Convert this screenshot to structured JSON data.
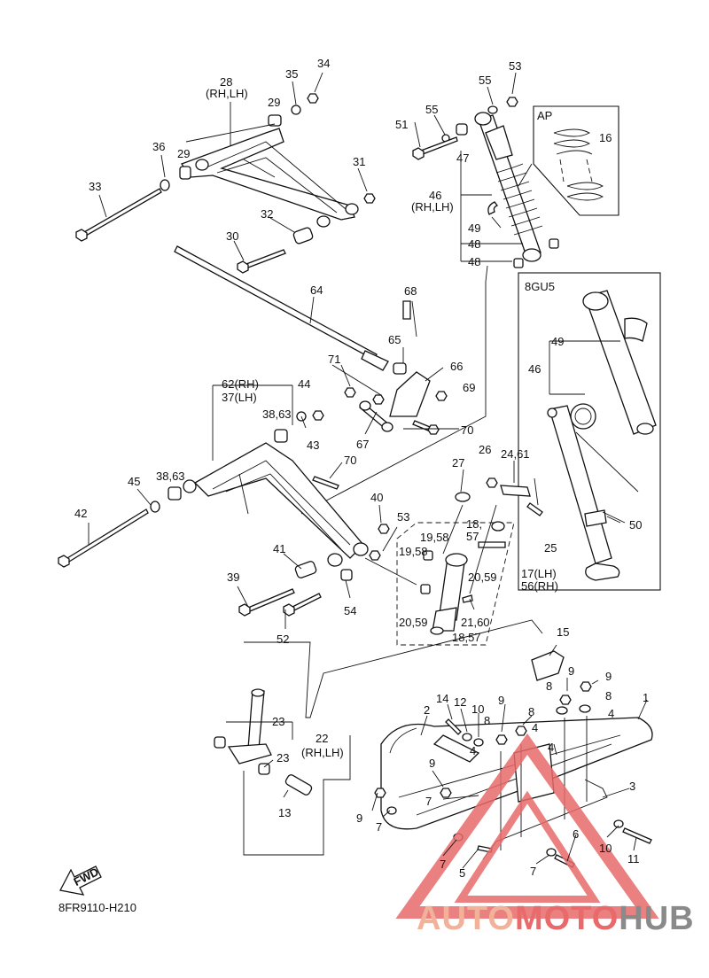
{
  "diagram_code": "8FR9110-H210",
  "fwd_label": "FWD",
  "inset_ap_label": "AP",
  "inset_8gu5_label": "8GU5",
  "watermark": {
    "part1": "AUTO",
    "part2": "MOTO",
    "part3": "HUB"
  },
  "colors": {
    "line": "#111111",
    "watermark_light": "#f2b29a",
    "watermark_red": "#e86a6a",
    "watermark_gray": "#8a8a8a"
  },
  "callouts": {
    "c28": "28",
    "c28b": "(RH,LH)",
    "c29a": "29",
    "c29b": "29",
    "c35": "35",
    "c34": "34",
    "c36": "36",
    "c31": "31",
    "c33": "33",
    "c32": "32",
    "c30": "30",
    "c64": "64",
    "c53a": "53",
    "c55a": "55",
    "c55b": "55",
    "c51": "51",
    "c47": "47",
    "c46a": "46",
    "c46b": "(RH,LH)",
    "c49a": "49",
    "c48a": "48",
    "c48b": "48",
    "c16": "16",
    "c49b": "49",
    "c46c": "46",
    "c50": "50",
    "c68": "68",
    "c65": "65",
    "c66": "66",
    "c71": "71",
    "c69": "69",
    "c62": "62(RH)",
    "c37": "37(LH)",
    "c44": "44",
    "c3863a": "38,63",
    "c43": "43",
    "c67": "67",
    "c70a": "70",
    "c70b": "70",
    "c3863b": "38,63",
    "c45": "45",
    "c42": "42",
    "c27": "27",
    "c26": "26",
    "c2461": "24,61",
    "c40": "40",
    "c53b": "53",
    "c1857a": "18,",
    "c57a": "57",
    "c1958a": "19,58",
    "c1958b": "19,58",
    "c25": "25",
    "c2059a": "20,59",
    "c17": "17(LH)",
    "c56": "56(RH)",
    "c41": "41",
    "c39": "39",
    "c54": "54",
    "c52": "52",
    "c2160": "21,60",
    "c2059b": "20,59",
    "c1857b": "18,57",
    "c15": "15",
    "c9a": "9",
    "c9b": "9",
    "c8a": "8",
    "c8b": "8",
    "c4a": "4",
    "c1": "1",
    "c14": "14",
    "c12": "12",
    "c10a": "10",
    "c9c": "9",
    "c8c": "8",
    "c8d": "8",
    "c4b": "4",
    "c4c": "4",
    "c2": "2",
    "c23a": "23",
    "c22": "22",
    "c22b": "(RH,LH)",
    "c23b": "23",
    "c13": "13",
    "c9d": "9",
    "c7a": "7",
    "c9e": "9",
    "c7b": "7",
    "c3": "3",
    "c6": "6",
    "c10b": "10",
    "c11": "11",
    "c7c": "7",
    "c5": "5",
    "c7d": "7",
    "c4d": "4"
  }
}
